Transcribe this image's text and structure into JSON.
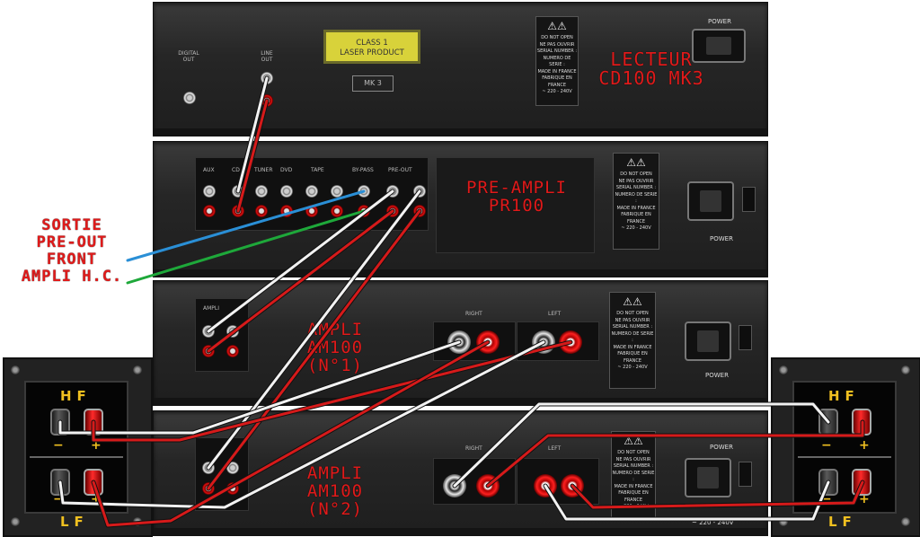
{
  "cd_player": {
    "label_line1": "LECTEUR",
    "label_line2": "CD100 MK3",
    "laser_line1": "CLASS 1",
    "laser_line2": "LASER PRODUCT",
    "model_badge": "MK 3",
    "digital_out": "DIGITAL OUT",
    "line_out": "LINE OUT",
    "power": "POWER"
  },
  "preamp": {
    "label_line1": "PRE-AMPLI",
    "label_line2": "PR100",
    "inputs": [
      "AUX",
      "CD",
      "TUNER",
      "DVD",
      "TAPE",
      "BY-PASS",
      "PRE-OUT"
    ],
    "power": "POWER"
  },
  "amp1": {
    "label_line1": "AMPLI",
    "label_line2": "AM100 (N°1)",
    "right": "RIGHT",
    "left": "LEFT",
    "input": "AMPLI",
    "power": "POWER"
  },
  "amp2": {
    "label_line1": "AMPLI",
    "label_line2": "AM100 (N°2)",
    "right": "RIGHT",
    "left": "LEFT",
    "power": "POWER",
    "voltage": "~ 220 - 240V"
  },
  "side_note": {
    "line1": "SORTIE",
    "line2": "PRE-OUT",
    "line3": "FRONT",
    "line4": "AMPLI H.C."
  },
  "warning": {
    "line1": "DO NOT OPEN",
    "line2": "NE PAS OUVRIR",
    "line3": "SERIAL NUMBER :",
    "line4": "NUMERO DE SERIE :",
    "line5": "MADE IN FRANCE",
    "line6": "FABRIQUE EN FRANCE",
    "voltage": "~ 220 - 240V"
  },
  "speaker": {
    "hf": "HF",
    "lf": "LF",
    "minus": "−",
    "plus": "+"
  },
  "colors": {
    "label_red": "#e01a1a",
    "speaker_yellow": "#f0c020",
    "cable_red": "#d61a1a",
    "cable_white": "#f2f2f2",
    "cable_blue": "#2a8fd6",
    "cable_green": "#1ea83a"
  }
}
